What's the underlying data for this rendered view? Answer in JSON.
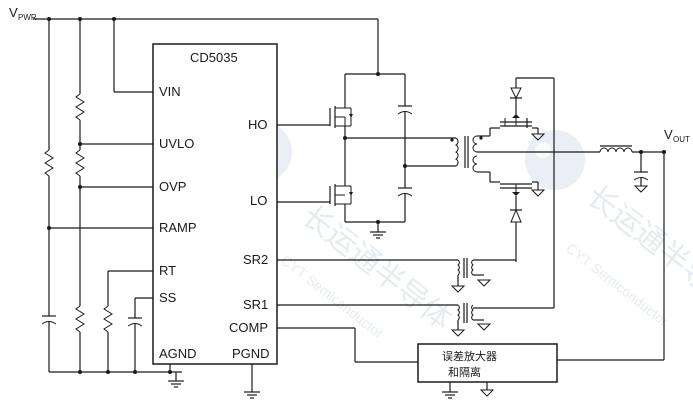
{
  "chip": {
    "name": "CD5035",
    "left_pins": [
      "VIN",
      "UVLO",
      "OVP",
      "RAMP",
      "RT",
      "SS",
      "AGND"
    ],
    "right_pins": [
      "HO",
      "LO",
      "SR2",
      "SR1",
      "COMP",
      "PGND"
    ]
  },
  "nets": {
    "vpwr_main": "V",
    "vpwr_sub": "PWR",
    "vout_main": "V",
    "vout_sub": "OUT"
  },
  "error_amp": {
    "line1": "误差放大器",
    "line2": "和隔离"
  },
  "watermark": {
    "cn": "长运通半导体",
    "en": "CYT Semiconductor"
  },
  "colors": {
    "ink": "#1a1a1a",
    "watermark": "#d2dbe9"
  }
}
